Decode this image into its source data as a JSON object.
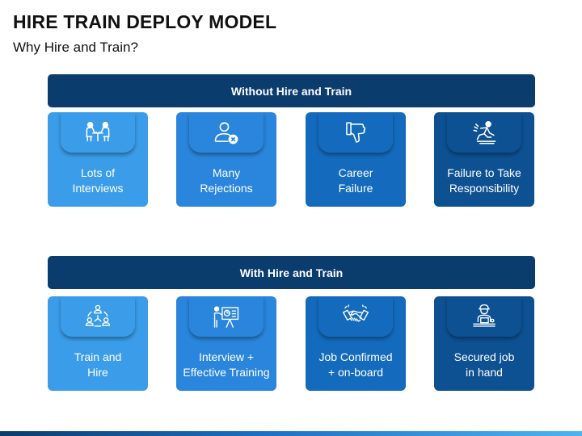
{
  "header": {
    "title": "HIRE TRAIN DEPLOY MODEL",
    "subtitle": "Why Hire and Train?"
  },
  "sections": [
    {
      "banner": "Without Hire and Train",
      "cards": [
        {
          "line1": "Lots of",
          "line2": "Interviews",
          "icon": "meeting-icon"
        },
        {
          "line1": "Many",
          "line2": "Rejections",
          "icon": "rejected-person-icon"
        },
        {
          "line1": "Career",
          "line2": "Failure",
          "icon": "thumbs-down-icon"
        },
        {
          "line1": "Failure to Take",
          "line2": "Responsibility",
          "icon": "slipping-person-icon"
        }
      ]
    },
    {
      "banner": "With Hire and Train",
      "cards": [
        {
          "line1": "Train and",
          "line2": "Hire",
          "icon": "team-cycle-icon"
        },
        {
          "line1": "Interview +",
          "line2": "Effective Training",
          "icon": "presentation-icon"
        },
        {
          "line1": "Job Confirmed",
          "line2": "+ on-board",
          "icon": "handshake-icon"
        },
        {
          "line1": "Secured job",
          "line2": "in hand",
          "icon": "worker-at-desk-icon"
        }
      ]
    }
  ],
  "colors": {
    "banner": "#0b3c6e",
    "card1": "#3b9de9",
    "card2": "#2a86dc",
    "card3": "#146bbd",
    "card4": "#0d5193"
  }
}
